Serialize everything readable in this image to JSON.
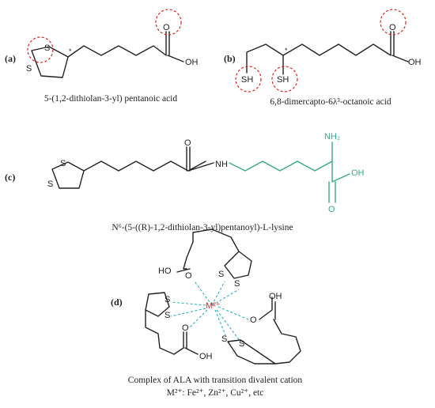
{
  "panels": {
    "a": {
      "label": "(a)",
      "caption": "5-(1,2-dithiolan-3-yl) pentanoic acid",
      "atoms": {
        "s1": "S",
        "s2": "S",
        "o": "O",
        "oh": "OH",
        "star": "*"
      }
    },
    "b": {
      "label": "(b)",
      "caption": "6,8-dimercapto-6λ³-octanoic acid",
      "atoms": {
        "sh1": "SH",
        "sh2": "SH",
        "o": "O",
        "oh": "OH",
        "star": "*"
      }
    },
    "c": {
      "label": "(c)",
      "caption": "N⁶-(5-((R)-1,2-dithiolan-3-yl)pentanoyl)-L-lysine",
      "atoms": {
        "s1": "S",
        "s2": "S",
        "o": "O",
        "nh": "NH",
        "nh2": "NH₂",
        "o2": "O",
        "oh": "OH"
      }
    },
    "d": {
      "label": "(d)",
      "caption_line1": "Complex of ALA with transition divalent cation",
      "caption_line2": "M²⁺: Fe²⁺, Zn²⁺,  Cu²⁺, etc",
      "atoms": {
        "metal": "M²⁺",
        "s": "S",
        "o": "O",
        "ho": "HO",
        "oh": "OH"
      }
    }
  },
  "colors": {
    "highlight_circle": "#e0201b",
    "lysine_chain": "#3aa88a",
    "coordination_bond": "#2ab0c0",
    "metal": "#e0201b"
  }
}
